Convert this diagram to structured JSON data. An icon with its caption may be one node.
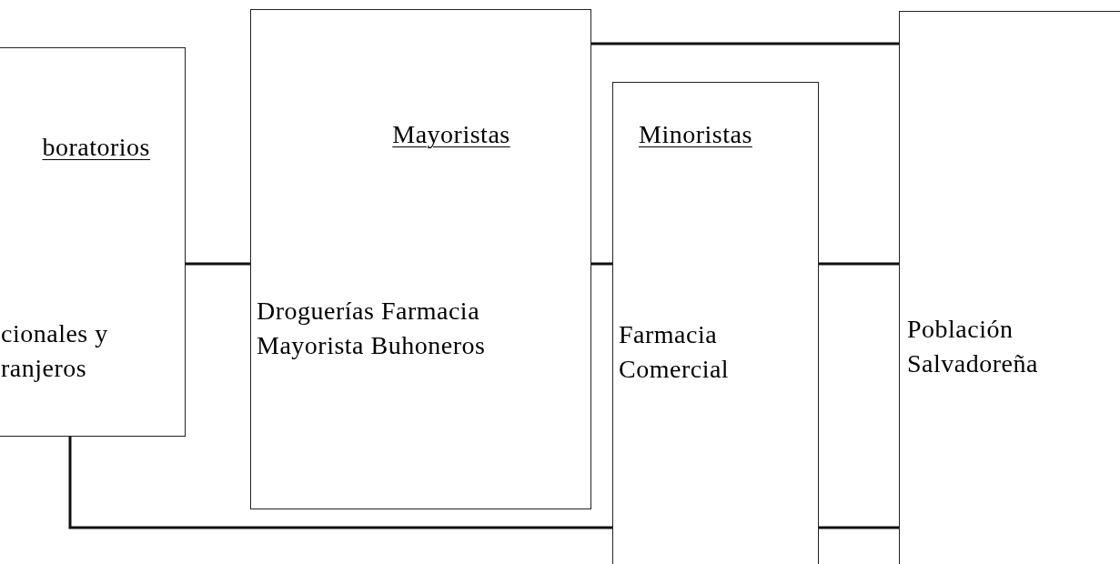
{
  "diagram": {
    "nodes": [
      {
        "text": [
          "boratorios",
          "cionales y ranjeros"
        ]
      },
      {
        "text": [
          "Mayoristas",
          "Droguerías Farmacia Mayorista Buhoneros"
        ]
      },
      {
        "text": [
          "Minoristas",
          "Farmacia Comercial"
        ]
      },
      {
        "text": [
          "Población Salvadoreña"
        ]
      }
    ],
    "edges": [
      {
        "from": 0,
        "to": 1,
        "arrow": "none"
      },
      {
        "from": 1,
        "to": 2,
        "arrow": "none"
      },
      {
        "from": 2,
        "to": 3,
        "arrow": "none"
      },
      {
        "from": 1,
        "to": 3,
        "arrow": "none"
      },
      {
        "from": 0,
        "to": 2,
        "arrow": "none"
      },
      {
        "from": 2,
        "to": 3,
        "arrow": "none"
      }
    ]
  }
}
